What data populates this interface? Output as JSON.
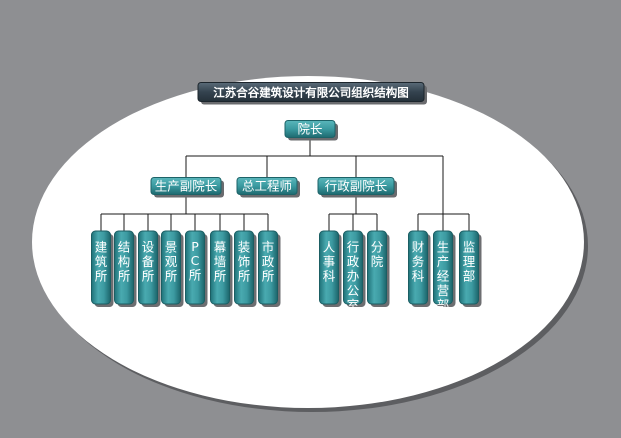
{
  "diagram": {
    "title": "江苏合谷建筑设计有限公司组织结构图",
    "root": "院长",
    "level1": [
      {
        "label": "生产副院长"
      },
      {
        "label": "总工程师"
      },
      {
        "label": "行政副院长"
      }
    ],
    "production_units": [
      "建筑所",
      "结构所",
      "设备所",
      "景观所",
      "PC所",
      "幕墙所",
      "装饰所",
      "市政所"
    ],
    "admin_units": [
      "人事科",
      "行政办公室",
      "分院"
    ],
    "direct_units": [
      "财务科",
      "生产经营部",
      "监理部"
    ],
    "colors": {
      "background": "#8e8f92",
      "ellipse": "#ffffff",
      "box_fill": "#3f9ea5",
      "box_dark": "#1e6c72",
      "title_fill": "#3c4d59",
      "line": "#1a1a1a"
    }
  }
}
